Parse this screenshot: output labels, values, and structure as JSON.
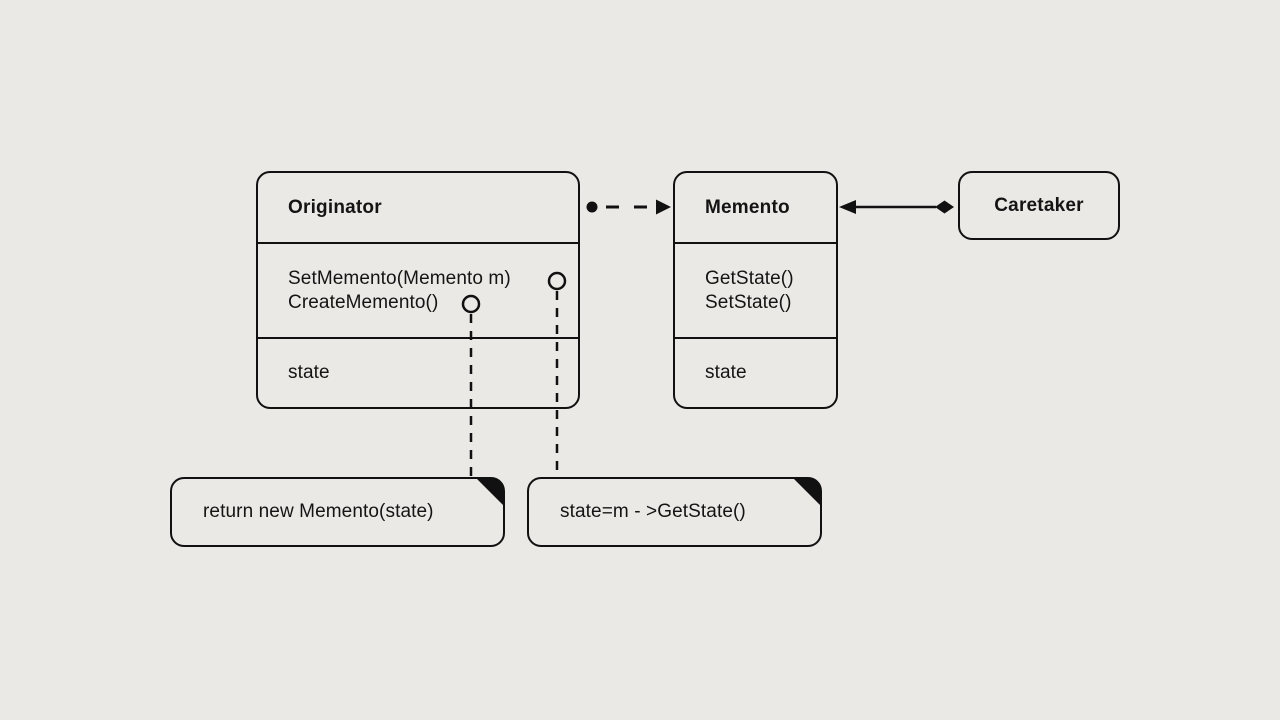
{
  "colors": {
    "background": "#EBE9E6",
    "stroke": "#111111",
    "note_fold": "#111111"
  },
  "classes": [
    {
      "title": "Originator",
      "methods": [
        "SetMemento(Memento m)",
        "CreateMemento()"
      ],
      "attributes": [
        "state"
      ]
    },
    {
      "title": "Memento",
      "methods": [
        "GetState()",
        "SetState()"
      ],
      "attributes": [
        "state"
      ]
    },
    {
      "title": "Caretaker",
      "methods": [],
      "attributes": []
    }
  ],
  "notes": [
    {
      "text": "return new Memento(state)"
    },
    {
      "text": "state=m - >GetState()"
    }
  ],
  "connectors": [
    {
      "name": "originator-to-memento-dependency",
      "style": "dashed",
      "start": "filled-circle",
      "end": "arrowhead"
    },
    {
      "name": "caretaker-to-memento-association",
      "style": "solid",
      "start": "arrowhead",
      "end": "filled-diamond"
    },
    {
      "name": "create-memento-note-link",
      "style": "dashed",
      "start": "lollipop-circle",
      "end": "note"
    },
    {
      "name": "set-memento-note-link",
      "style": "dashed",
      "start": "lollipop-circle",
      "end": "note"
    }
  ]
}
